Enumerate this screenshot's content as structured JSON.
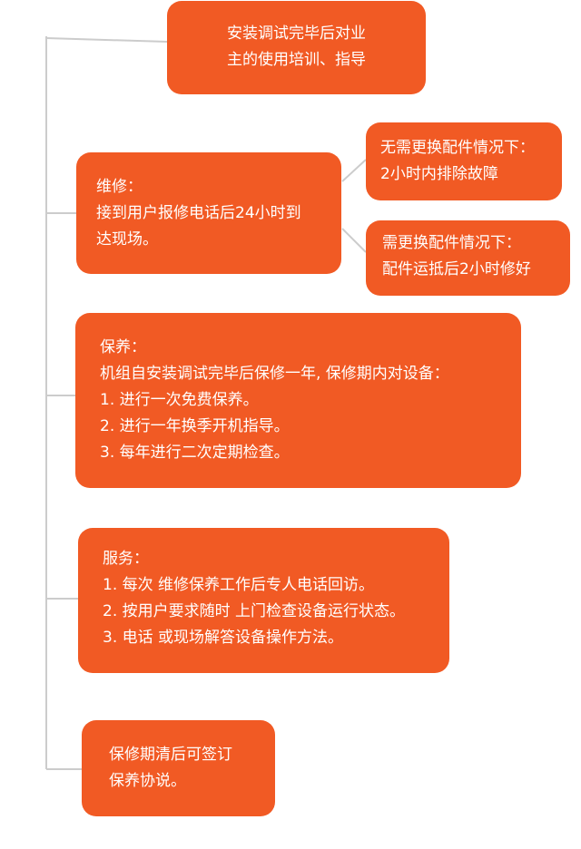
{
  "nodes": {
    "install": {
      "lines": [
        "安装调试完毕后对业",
        "主的使用培训、指导"
      ]
    },
    "repair": {
      "lines": [
        "维修：",
        "接到用户报修电话后24小时到",
        "达现场。"
      ]
    },
    "repair_no_parts": {
      "lines": [
        "无需更换配件情况下：",
        "2小时内排除故障"
      ]
    },
    "repair_parts": {
      "lines": [
        "需更换配件情况下：",
        "配件运抵后2小时修好"
      ]
    },
    "maintenance": {
      "lines": [
        "保养：",
        "机组自安装调试完毕后保修一年, 保修期内对设备：",
        "1. 进行一次免费保养。",
        "2. 进行一年换季开机指导。",
        "3. 每年进行二次定期检查。"
      ]
    },
    "service": {
      "lines": [
        "服务：",
        "1. 每次 维修保养工作后专人电话回访。",
        "2. 按用户要求随时 上门检查设备运行状态。",
        "3. 电话 或现场解答设备操作方法。"
      ]
    },
    "after_warranty": {
      "lines": [
        "保修期清后可签订",
        "保养协说。"
      ]
    }
  },
  "colors": {
    "box_fill": "#f15a24",
    "box_text": "#ffffff",
    "connector": "#cccccc"
  }
}
